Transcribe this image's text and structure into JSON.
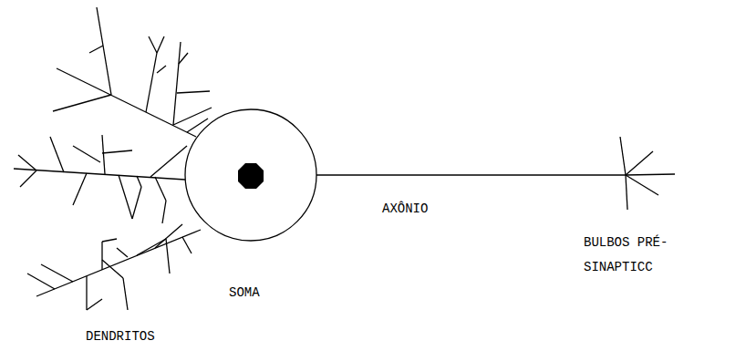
{
  "diagram": {
    "labels": [
      "AXÔNIO",
      "SOMA",
      "DENDRITOS",
      "BULBOS PRÉ-SINAPTICC"
    ]
  }
}
